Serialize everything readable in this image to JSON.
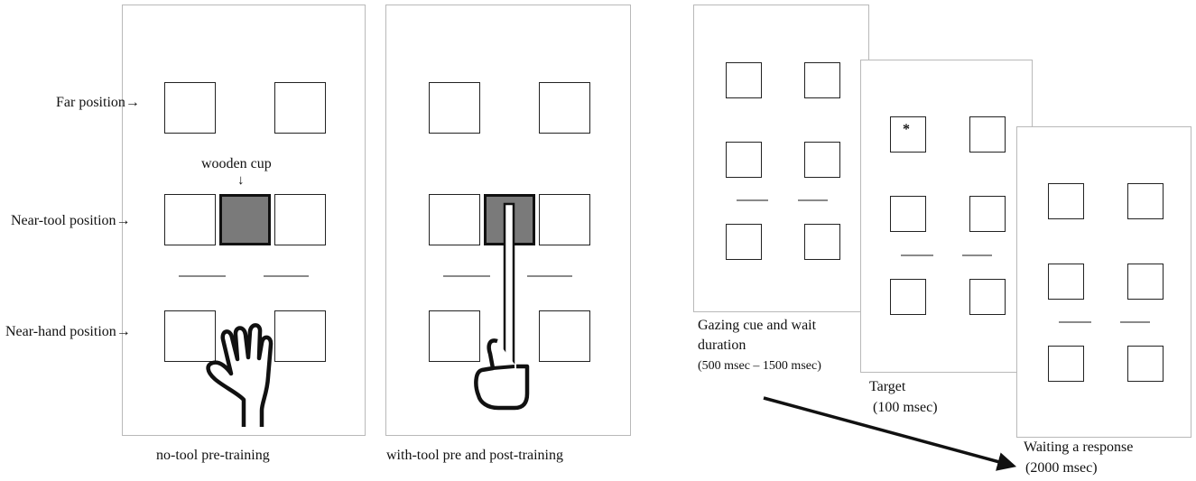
{
  "labels": {
    "far": "Far position→",
    "near_tool": "Near-tool  position→",
    "near_hand": "Near-hand  position→",
    "wooden_cup": "wooden cup",
    "arrow_down": "↓"
  },
  "conditions": {
    "no_tool": "no-tool pre-training",
    "with_tool": "with-tool pre and post-training"
  },
  "sequence": {
    "cue_line1": "Gazing cue and wait",
    "cue_line2": "duration",
    "cue_duration": "(500 msec – 1500 msec)",
    "target_name": "Target",
    "target_duration": "(100 msec)",
    "response_name": "Waiting a response",
    "response_duration": "(2000 msec)",
    "target_marker": "*"
  },
  "colors": {
    "panel_border": "#b9b9b9",
    "cup_fill": "#7a7a7a",
    "bar": "#8a8a8a"
  }
}
